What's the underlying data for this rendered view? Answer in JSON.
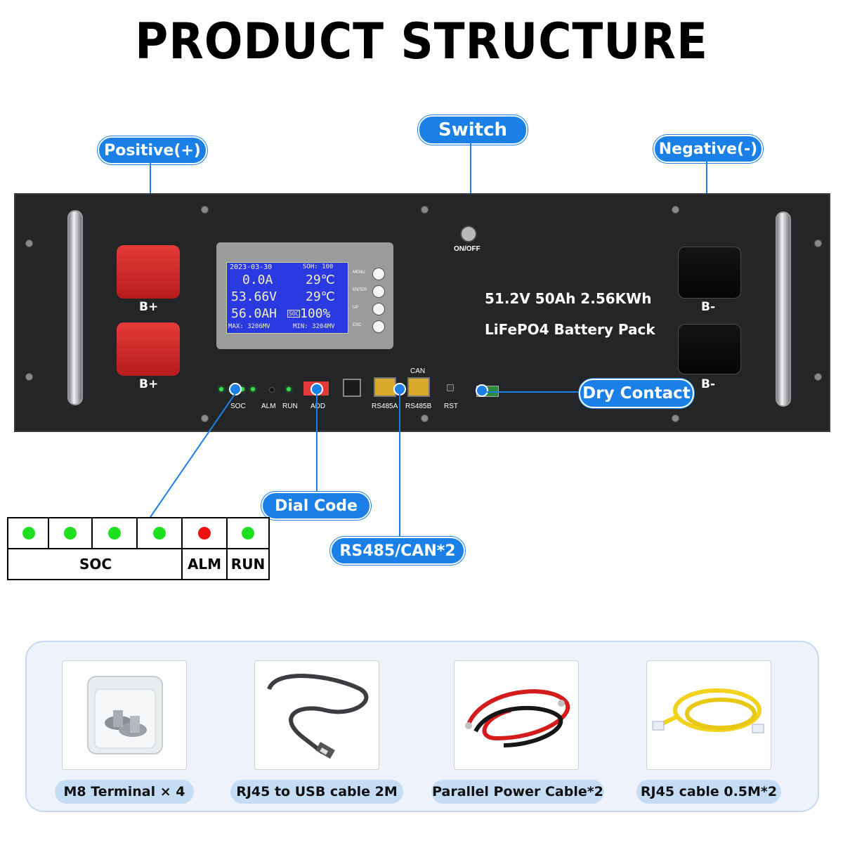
{
  "title": "PRODUCT STRUCTURE",
  "callouts": {
    "positive": "Positive(+)",
    "switch": "Switch",
    "negative": "Negative(-)",
    "dry_contact": "Dry Contact",
    "dial_code": "Dial Code",
    "rs485_can": "RS485/CAN*2"
  },
  "panel": {
    "terminals": {
      "b_plus": "B+",
      "b_minus": "B-"
    },
    "on_off": "ON/OFF",
    "spec_line1": "51.2V 50Ah 2.56KWh",
    "spec_line2": "LiFePO4 Battery Pack",
    "lcd": {
      "date": "2023-03-30",
      "soh": "SOH: 100",
      "current": "0.0A",
      "temp1": "29℃",
      "voltage": "53.66V",
      "temp2": "29℃",
      "capacity": "56.0AH",
      "soc_tag": "SOC",
      "soc": "100%",
      "max": "MAX: 3206MV",
      "min": "MIN: 3204MV"
    },
    "lcd_buttons": [
      "MENU",
      "ENTER",
      "UP",
      "ESC"
    ],
    "ports": {
      "soc": "SOC",
      "alm": "ALM",
      "run": "RUN",
      "add": "ADD",
      "rs485a": "RS485A",
      "rs485b": "RS485B",
      "can": "CAN",
      "rst": "RST"
    }
  },
  "indicator_table": {
    "leds": [
      "green",
      "green",
      "green",
      "green",
      "red",
      "green"
    ],
    "labels": {
      "soc": "SOC",
      "alm": "ALM",
      "run": "RUN"
    },
    "colors": {
      "green": "#1fe01f",
      "red": "#ee1111"
    }
  },
  "accessories": [
    {
      "label": "M8 Terminal × 4",
      "image": "terminal-box"
    },
    {
      "label": "RJ45 to USB cable 2M",
      "image": "usb-cable"
    },
    {
      "label": "Parallel Power Cable*2",
      "image": "power-cable"
    },
    {
      "label": "RJ45 cable 0.5M*2",
      "image": "yellow-rj45-cable"
    }
  ],
  "colors": {
    "accent": "#1a7fe6",
    "panel": "#242526"
  }
}
